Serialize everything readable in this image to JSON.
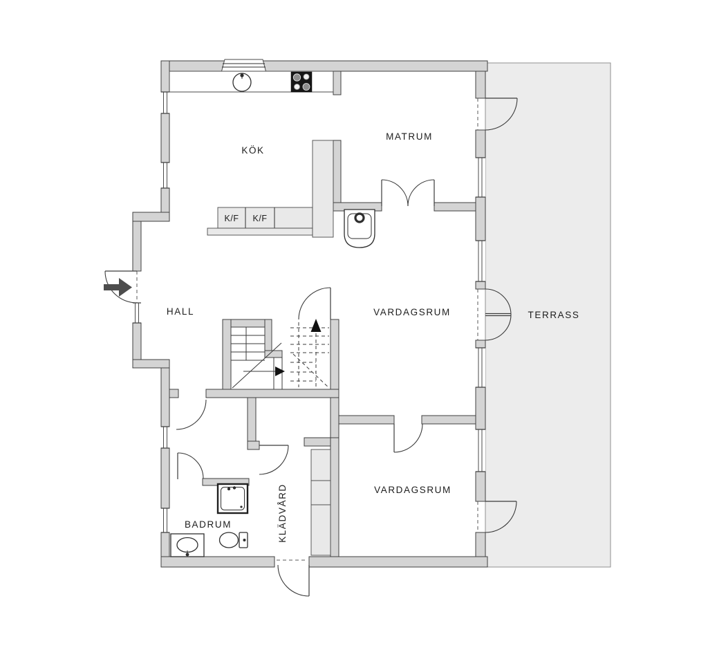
{
  "plan": {
    "type": "floor-plan",
    "rooms": {
      "kok": "KÖK",
      "matrum": "MATRUM",
      "hall": "HALL",
      "vardagsrum_upper": "VARDAGSRUM",
      "vardagsrum_lower": "VARDAGSRUM",
      "terrass": "TERRASS",
      "badrum": "BADRUM",
      "kladvard": "KLÄDVÅRD",
      "kf_left": "K/F",
      "kf_right": "K/F"
    },
    "colors": {
      "wall_fill": "#d4d4d4",
      "wall_stroke": "#3f3f3f",
      "terrace_fill": "#ececec",
      "terrace_stroke": "#8f8f8f",
      "cabinet_fill": "#e9e9e9",
      "arrow_fill": "#4d4d4d",
      "background": "#ffffff"
    }
  }
}
